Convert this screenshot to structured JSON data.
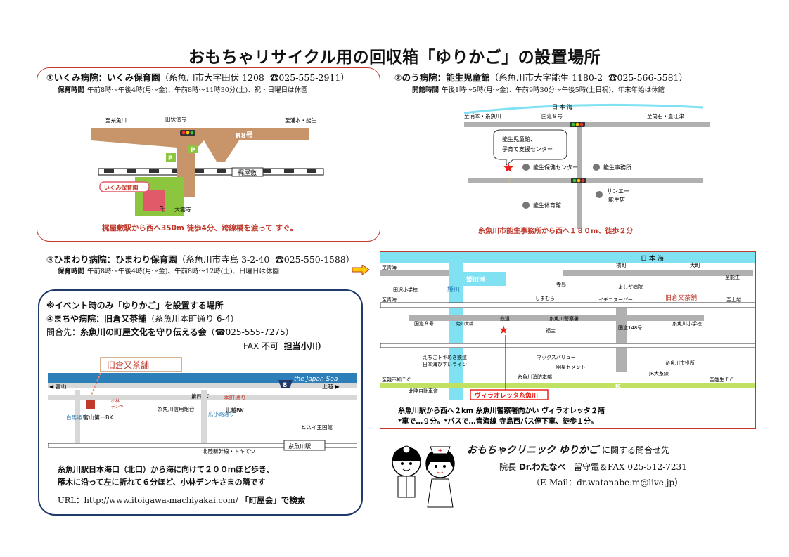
{
  "title": "おもちゃリサイクル用の回収箱「ゆりかご」の設置場所",
  "section1": {
    "heading": "①いくみ病院：いくみ保育園",
    "address": "（糸魚川市大字田伏 1208",
    "phone": "☎025-555-2911）",
    "hours_label": "保育時間",
    "hours": "午前8時～午後4時(月～金)、午前8時～11時30分(土)、祝・日曜日は休園",
    "map": {
      "station_left": "至糸魚川",
      "signal": "田伏信号",
      "station_right": "至浦本・能生",
      "route": "R8号",
      "station": "梶屋敷",
      "facility": "いくみ保育園",
      "temple": "大雲寺",
      "parking": "P",
      "caption": "梶屋敷駅から西へ350m 徒歩4分、跨線橋を渡って すぐ。"
    }
  },
  "section2": {
    "heading": "②のう病院：能生児童館",
    "address": "（糸魚川市大字能生 1180-2",
    "phone": "☎025-566-5581）",
    "hours_label": "開館時間",
    "hours": "午後1時～5時(月～金)、午前9時30分～午後5時(土日祝)、年末年始は休館",
    "map": {
      "sea": "日 本 海",
      "left": "至浦本・糸魚川",
      "route": "国道８号",
      "right": "至筒石・直江津",
      "callout_line1": "能生児童館、",
      "callout_line2": "子育て支援センター",
      "health": "能生保健センター",
      "office": "能生事務所",
      "store_line1": "サンエー",
      "store_line2": "能生店",
      "gym": "能生体育館",
      "caption": "糸魚川市能生事務所から西へ１８０m、徒歩２分"
    }
  },
  "section3": {
    "heading": "③ひまわり病院：ひまわり保育園",
    "address": "（糸魚川市寺島 3-2-40",
    "phone": "☎025-550-1588）",
    "hours_label": "保育時間",
    "hours": "午前8時～午後4時(月～金)、午前8時～12時(土)、日曜日は休園",
    "map": {
      "sea": "日 本 海",
      "yokomachi": "横町",
      "omachi": "大町",
      "omi_left": "至青海",
      "noh_right": "至能生",
      "port": "姫川港",
      "river": "姫川",
      "school_tazawa": "田沢小学校",
      "terajima": "寺島",
      "yoshida": "よしだ病院",
      "shimamura": "しまむら",
      "ichiko": "イチコスーパー",
      "kyukura": "旧倉又茶舗",
      "omi2": "至青海",
      "joetsu": "至上越",
      "route8": "国道８号",
      "bridge": "姫川大橋",
      "keisatsu": "糸魚川警察署",
      "tenchi": "鉄道",
      "fukuya": "福宝",
      "school_itoigawa": "糸魚川小学校",
      "echigo_line1": "えちごトキめき鉄道",
      "echigo_line2": "日本海ひすいライン",
      "maxvalu": "マックスバリュー",
      "city_office": "糸魚川市役所",
      "meisei": "明星セメント",
      "fire": "糸魚川消防本部",
      "road148": "国道148号",
      "jr": "JR大糸線",
      "hayagawa": "至親不知ＩＣ",
      "expressway": "北陸自動車道",
      "ic": "IC",
      "ic_right": "至能生ＩＣ",
      "villa": "ヴィラオレッタ糸魚川",
      "caption1": "糸魚川駅から西へ２km 糸魚川警察署向かい ヴィラオレッタ２階",
      "caption2": "*車で…９分。*バスで…青海線 寺島西バス停下車、徒歩１分。"
    }
  },
  "section4": {
    "event_heading": "※イベント時のみ「ゆりかご」を設置する場所",
    "line1_a": "④まちや病院：旧倉又茶舗",
    "line1_b": "（糸魚川本町通り 6-4）",
    "line2_a": "問合先：",
    "line2_b": "糸魚川の町屋文化を守り伝える会",
    "line2_c": "（☎025-555-7275）",
    "line3_a": "FAX 不可",
    "line3_b": "担当小川）",
    "map": {
      "label": "旧倉又茶舗",
      "sea": "the Japan Sea",
      "toyama": "◀ 富山",
      "joetsu": "上越 ▶",
      "route": "8",
      "bank1": "第四BK",
      "honcho": "本町通り",
      "kobayashi_line1": "小林",
      "kobayashi_line2": "デンキ",
      "shirouma": "白馬通り",
      "kotori": "広小路通り",
      "toyama_bk": "富山第一BK",
      "credit": "糸魚川信用組合",
      "hokuetsu": "北越BK",
      "hisui": "ヒスイ王国館",
      "shinkansen": "北陸新幹線・トキてつ",
      "station": "糸魚川駅"
    },
    "note_line1": "糸魚川駅日本海口（北口）から海に向けて２００ｍほど歩き、",
    "note_line2": "雁木に沿って左に折れて６分ほど、小林デンキさまの隣です",
    "url_label": "URL：http://www.itoigawa-machiyakai.com/",
    "url_suffix": "「町屋会」で検索"
  },
  "clinic": {
    "name": "おもちゃクリニック ゆりかご",
    "suffix": "に関する問合せ先",
    "director_label": "院長",
    "director": "Dr.わたなべ",
    "contact": "留守電＆FAX 025-512-7231",
    "email": "（E-Mail：dr.watanabe.m@live.jp）"
  },
  "colors": {
    "frame_red": "#c0392b",
    "frame_navy": "#1f3a6b",
    "road_gray": "#b0b0b0",
    "river_cyan": "#7fe1f2",
    "road_tan": "#c8956a",
    "park_green": "#8cc63f",
    "star_red": "#e8221b",
    "map_green": "#c1e163",
    "sea_blue": "#2c7fb8"
  }
}
